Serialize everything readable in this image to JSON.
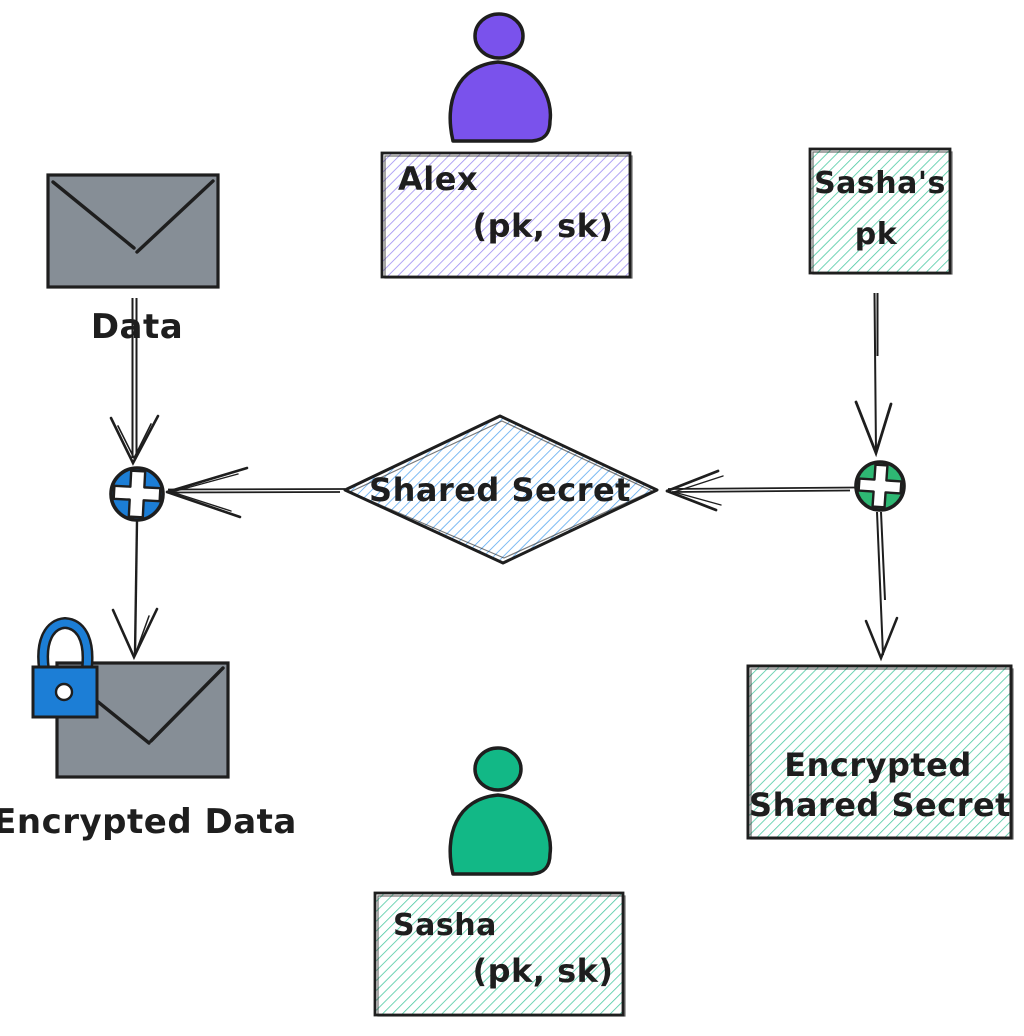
{
  "diagram": {
    "description": "Hybrid encryption sketch diagram",
    "actors": {
      "alex": {
        "name": "Alex",
        "keys": "(pk, sk)"
      },
      "sasha": {
        "name": "Sasha",
        "keys": "(pk, sk)"
      }
    },
    "nodes": {
      "sasha_pk": {
        "line1": "Sasha's",
        "line2": "pk"
      },
      "data": {
        "label": "Data"
      },
      "encrypted_data": {
        "label": "Encrypted Data"
      },
      "shared_secret": {
        "label": "Shared Secret"
      },
      "encrypted_shared_secret": {
        "line1": "Encrypted",
        "line2": "Shared Secret"
      }
    },
    "operators": {
      "encrypt_data": {
        "symbol": "+"
      },
      "encrypt_secret": {
        "symbol": "+"
      }
    },
    "icons": {
      "person": "person-icon",
      "envelope": "envelope-icon",
      "padlock": "padlock-icon",
      "plus": "plus-icon"
    },
    "colors": {
      "purple": "#7a52ec",
      "purple_hatch": "#9d8df2",
      "teal": "#12b886",
      "green_hatch": "#4cc9a2",
      "green_circle": "#2eb873",
      "blue": "#1c7ed6",
      "blue_hatch": "#5ca9f0",
      "gray": "#868e96",
      "ink": "#1e1e1e",
      "background": "#ffffff"
    }
  }
}
